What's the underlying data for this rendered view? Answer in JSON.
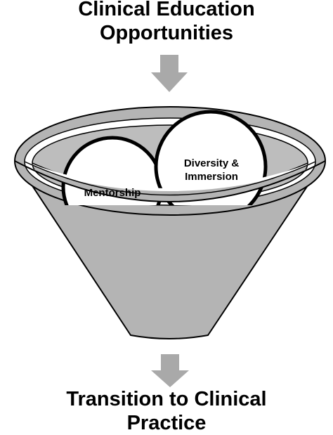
{
  "heading": {
    "line1": "Clinical Education",
    "line2": "Opportunities"
  },
  "circles": [
    {
      "line1": "Mentorship"
    },
    {
      "line1": "Diversity &",
      "line2": "Immersion"
    }
  ],
  "footer": {
    "line1": "Transition to Clinical",
    "line2": "Practice"
  },
  "colors": {
    "funnel": "#b4b4b4",
    "arrow": "#a9a9a9",
    "outline": "#000000",
    "inner_fill": "#bdbdbd",
    "circle_fill": "#ffffff"
  }
}
